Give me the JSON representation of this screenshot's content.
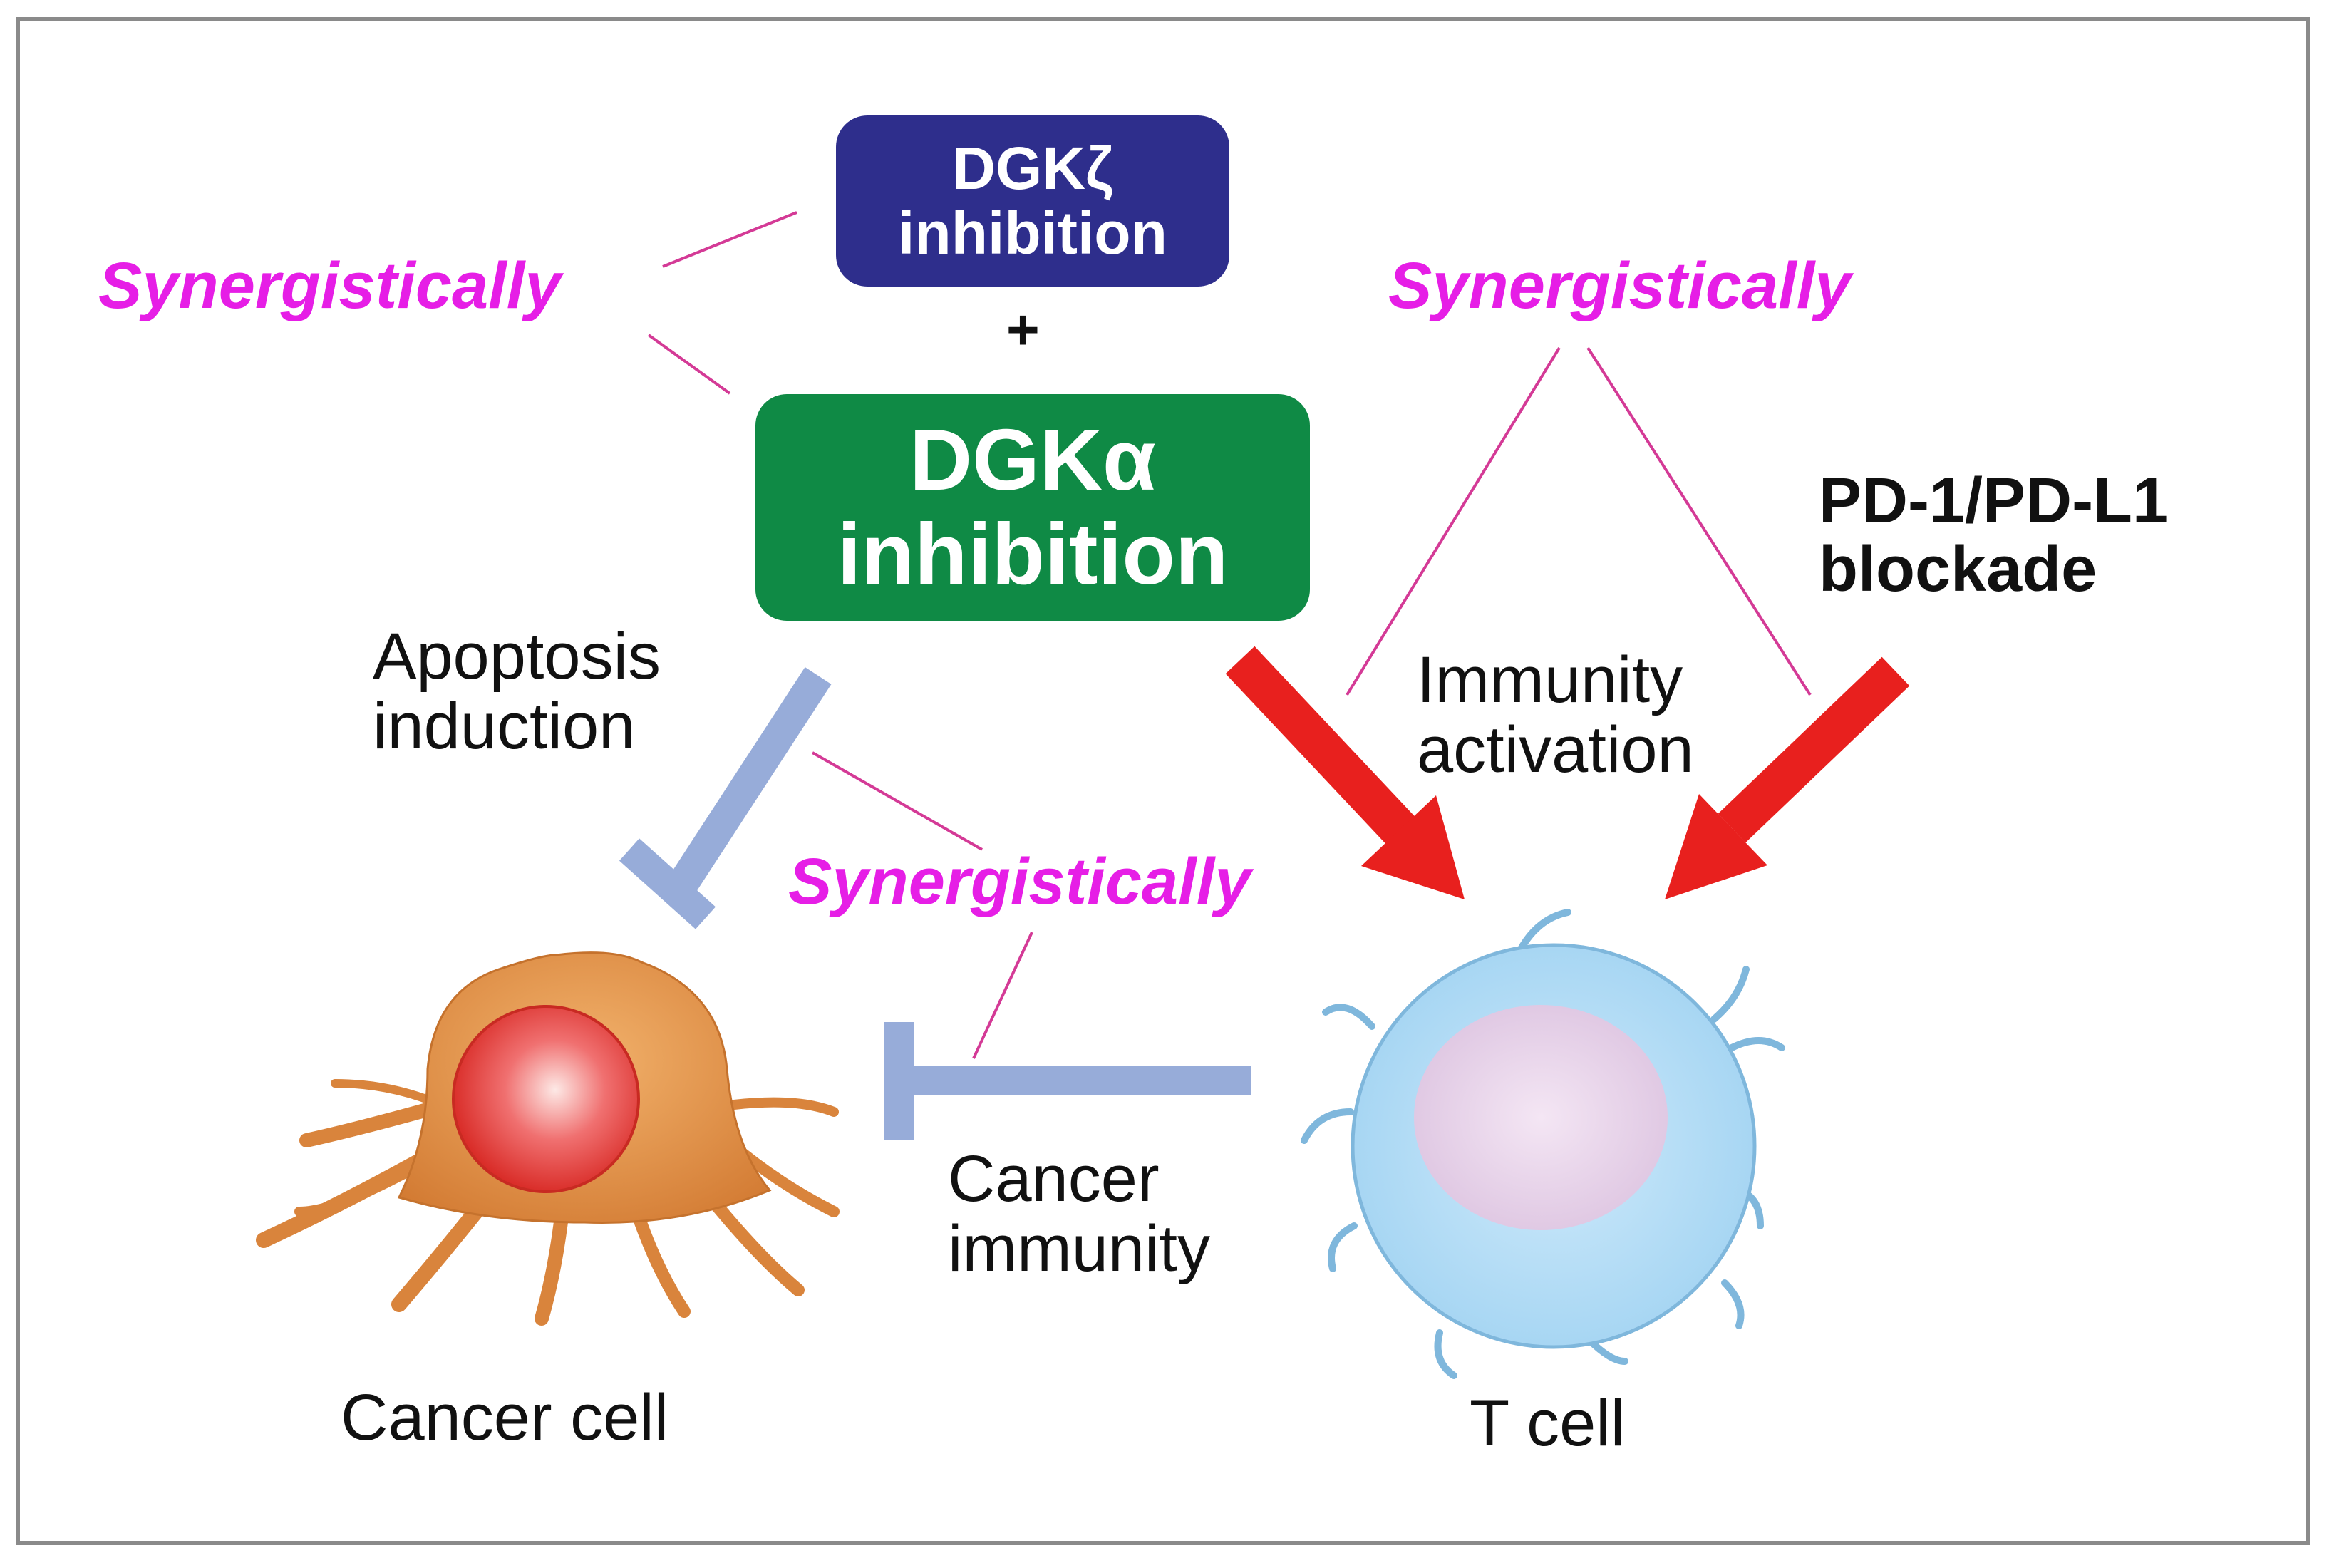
{
  "dgkz_box": {
    "line1": "DGKζ",
    "line2": "inhibition",
    "color": "#2e2e8c"
  },
  "plus_sign": "+",
  "dgka_box": {
    "line1": "DGKα",
    "line2": "inhibition",
    "color": "#0f8a45"
  },
  "synergy_label": "Synergistically",
  "synergy_color": "#e61ee6",
  "apoptosis": {
    "line1": "Apoptosis",
    "line2": "induction"
  },
  "immunity": {
    "line1": "Immunity",
    "line2": "activation"
  },
  "pd1": {
    "line1": "PD-1/PD-L1",
    "line2": "blockade"
  },
  "cancer_immunity": {
    "line1": "Cancer",
    "line2": "immunity"
  },
  "cancer_cell_label": "Cancer cell",
  "t_cell_label": "T cell",
  "colors": {
    "inhibit_bar": "#97acd9",
    "activate_arrow": "#e8201e",
    "link_line": "#d43a96",
    "cancer_cell": "#de8a45",
    "t_cell": "#a8d8f5"
  }
}
